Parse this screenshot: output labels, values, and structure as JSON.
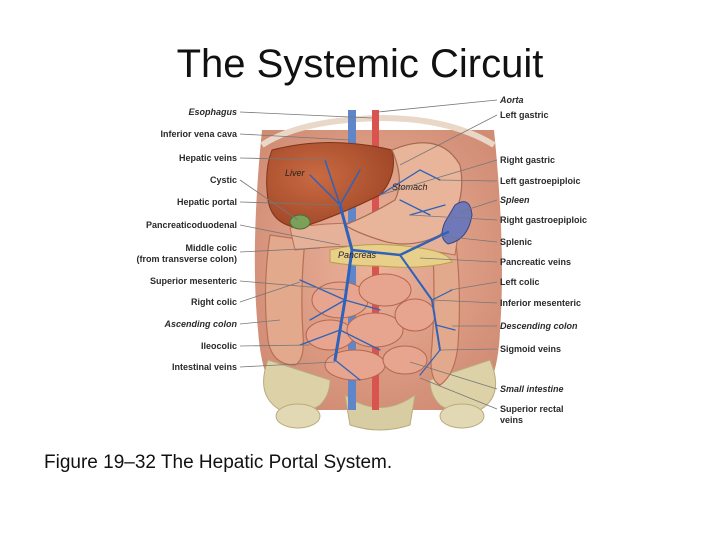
{
  "slide": {
    "title": "The Systemic Circuit",
    "caption": "Figure 19–32 The Hepatic Portal System."
  },
  "diagram": {
    "left_labels": [
      {
        "text": "Esophagus",
        "italic": true
      },
      {
        "text": "Inferior vena cava",
        "italic": false
      },
      {
        "text": "Hepatic veins",
        "italic": false
      },
      {
        "text": "Cystic",
        "italic": false
      },
      {
        "text": "Hepatic portal",
        "italic": false
      },
      {
        "text": "Pancreaticoduodenal",
        "italic": false
      },
      {
        "text": "Middle colic",
        "italic": false
      },
      {
        "text": "(from transverse colon)",
        "italic": false
      },
      {
        "text": "Superior mesenteric",
        "italic": false
      },
      {
        "text": "Right colic",
        "italic": false
      },
      {
        "text": "Ascending colon",
        "italic": true
      },
      {
        "text": "Ileocolic",
        "italic": false
      },
      {
        "text": "Intestinal veins",
        "italic": false
      }
    ],
    "right_labels": [
      {
        "text": "Aorta",
        "italic": true
      },
      {
        "text": "Left gastric",
        "italic": false
      },
      {
        "text": "Right gastric",
        "italic": false
      },
      {
        "text": "Left gastroepiploic",
        "italic": false
      },
      {
        "text": "Spleen",
        "italic": true
      },
      {
        "text": "Right gastroepiploic",
        "italic": false
      },
      {
        "text": "Splenic",
        "italic": false
      },
      {
        "text": "Pancreatic veins",
        "italic": false
      },
      {
        "text": "Left colic",
        "italic": false
      },
      {
        "text": "Inferior mesenteric",
        "italic": false
      },
      {
        "text": "Descending colon",
        "italic": true
      },
      {
        "text": "Sigmoid veins",
        "italic": false
      },
      {
        "text": "Small intestine",
        "italic": true
      },
      {
        "text": "Superior rectal",
        "italic": false
      },
      {
        "text": "veins",
        "italic": false
      }
    ],
    "organ_labels": {
      "liver": "Liver",
      "stomach": "Stomach",
      "pancreas": "Pancreas"
    },
    "colors": {
      "vein": "#2f62b8",
      "artery": "#d9534f",
      "liver": "#b5542f",
      "stomach": "#e8b59a",
      "spleen": "#6f78b8",
      "pancreas": "#e9d08a",
      "colon": "#e3a98d",
      "small_intestine": "#e7a58f",
      "bone": "#ddd1a8",
      "body": "#d78f74"
    }
  }
}
